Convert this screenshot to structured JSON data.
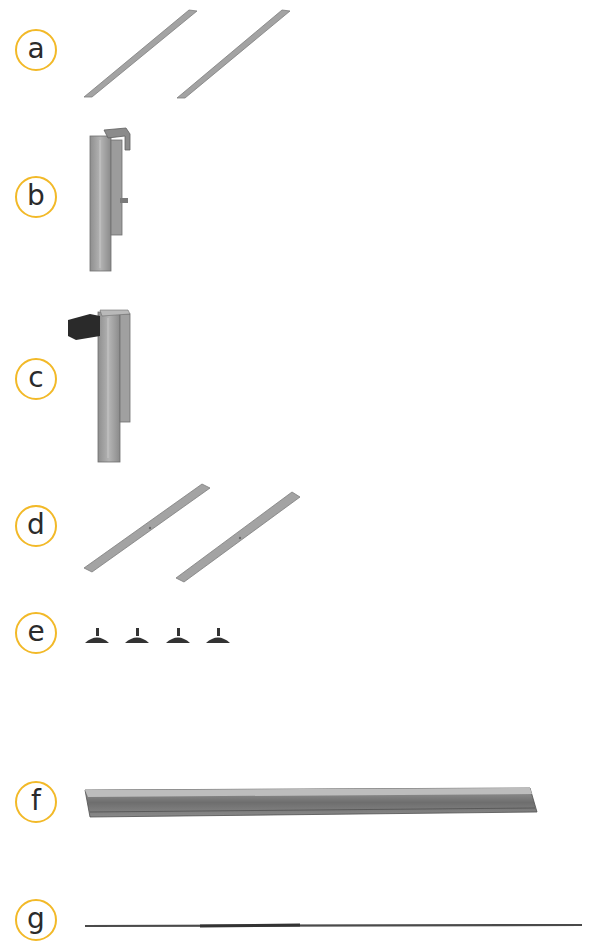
{
  "diagram": {
    "nodes": [
      {
        "text": [
          "a"
        ]
      },
      {
        "text": [
          "b"
        ]
      },
      {
        "text": [
          "c"
        ]
      },
      {
        "text": [
          "d"
        ]
      },
      {
        "text": [
          "e"
        ]
      },
      {
        "text": [
          "f"
        ]
      },
      {
        "text": [
          "g"
        ]
      }
    ]
  }
}
